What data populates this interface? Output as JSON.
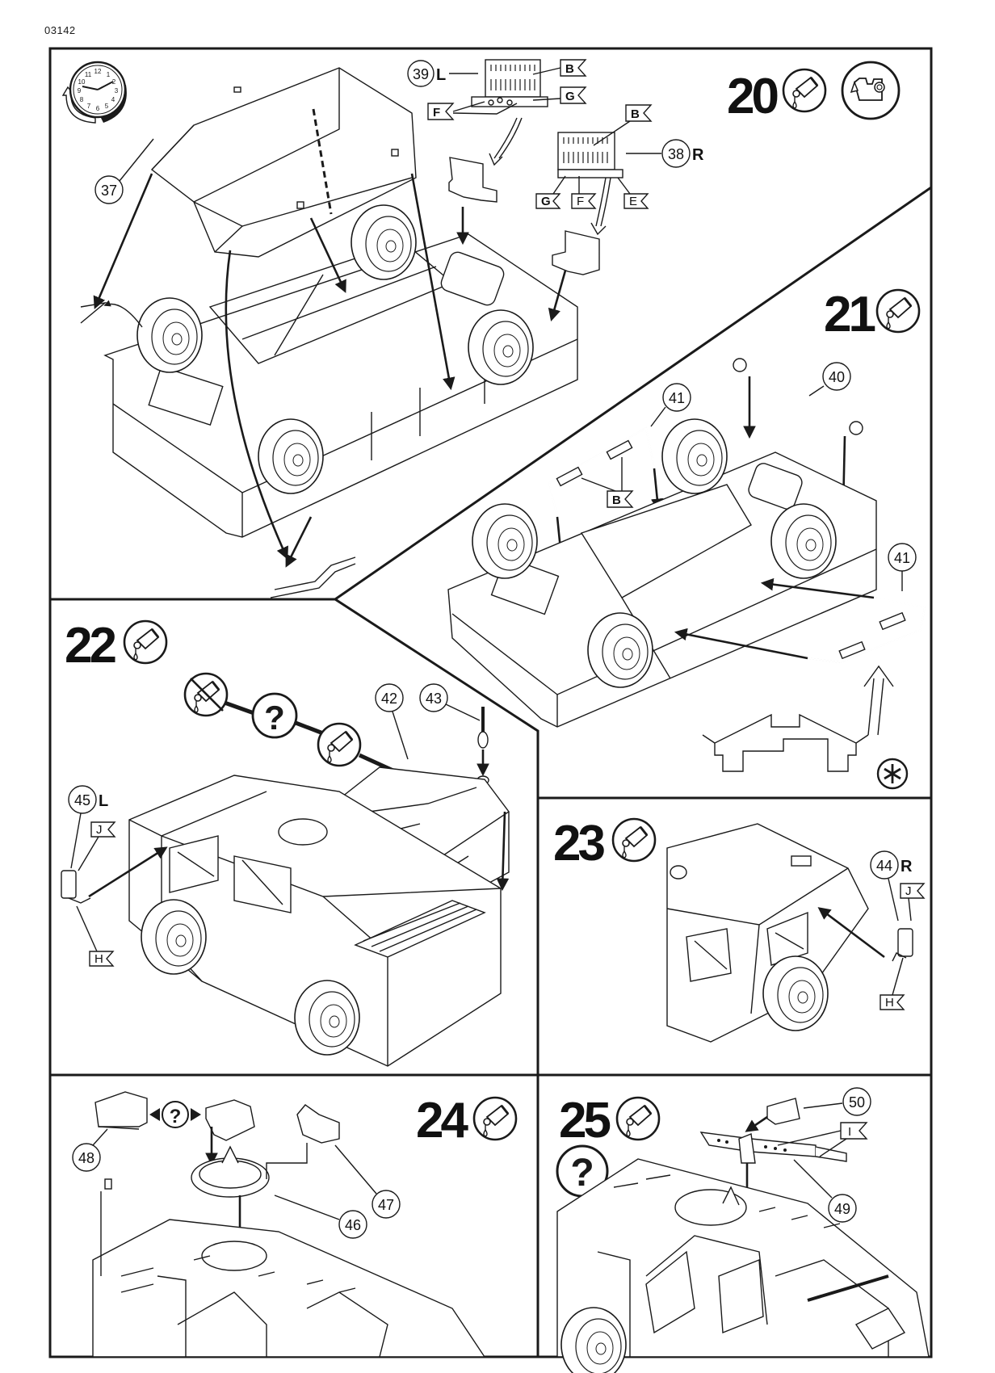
{
  "document_code": "03142",
  "steps": [
    {
      "number": "20",
      "icons": [
        "glue-tube-icon",
        "masking-tape-icon"
      ],
      "parts": [
        {
          "id": "37"
        },
        {
          "id": "39",
          "side": "L",
          "paint_codes": [
            "B",
            "G",
            "F"
          ]
        },
        {
          "id": "38",
          "side": "R",
          "paint_codes": [
            "B",
            "G",
            "F",
            "E"
          ]
        }
      ],
      "drying_time_icon": "clock-icon"
    },
    {
      "number": "21",
      "icons": [
        "glue-tube-icon"
      ],
      "parts": [
        {
          "id": "40"
        },
        {
          "id": "41",
          "paint_codes": [
            "B"
          ]
        },
        {
          "id": "41b",
          "label": "41"
        }
      ],
      "note_icon": "asterisk-icon"
    },
    {
      "number": "22",
      "icons": [
        "glue-tube-icon"
      ],
      "option_icons": [
        "no-glue-icon",
        "question-icon",
        "glue-tube-icon"
      ],
      "parts": [
        {
          "id": "42"
        },
        {
          "id": "43"
        },
        {
          "id": "45",
          "side": "L",
          "paint_codes": [
            "J",
            "H"
          ]
        }
      ]
    },
    {
      "number": "23",
      "icons": [
        "glue-tube-icon"
      ],
      "parts": [
        {
          "id": "44",
          "side": "R",
          "paint_codes": [
            "J",
            "H"
          ]
        }
      ]
    },
    {
      "number": "24",
      "icons": [
        "glue-tube-icon"
      ],
      "parts": [
        {
          "id": "46"
        },
        {
          "id": "47"
        },
        {
          "id": "48"
        }
      ],
      "option_icons": [
        "question-icon"
      ]
    },
    {
      "number": "25",
      "icons": [
        "glue-tube-icon"
      ],
      "parts": [
        {
          "id": "49",
          "paint_codes": [
            "I"
          ]
        },
        {
          "id": "50"
        }
      ],
      "option_icons": [
        "question-icon"
      ]
    }
  ],
  "labels": {
    "p37": "37",
    "p39": "39",
    "p39_side": "L",
    "p38": "38",
    "p38_side": "R",
    "p40": "40",
    "p41a": "41",
    "p41b": "41",
    "p42": "42",
    "p43": "43",
    "p45": "45",
    "p45_side": "L",
    "p44": "44",
    "p44_side": "R",
    "p46": "46",
    "p47": "47",
    "p48": "48",
    "p49": "49",
    "p50": "50",
    "flag_B": "B",
    "flag_G": "G",
    "flag_F": "F",
    "flag_E": "E",
    "flag_J": "J",
    "flag_H": "H",
    "flag_I": "I",
    "question": "?"
  }
}
